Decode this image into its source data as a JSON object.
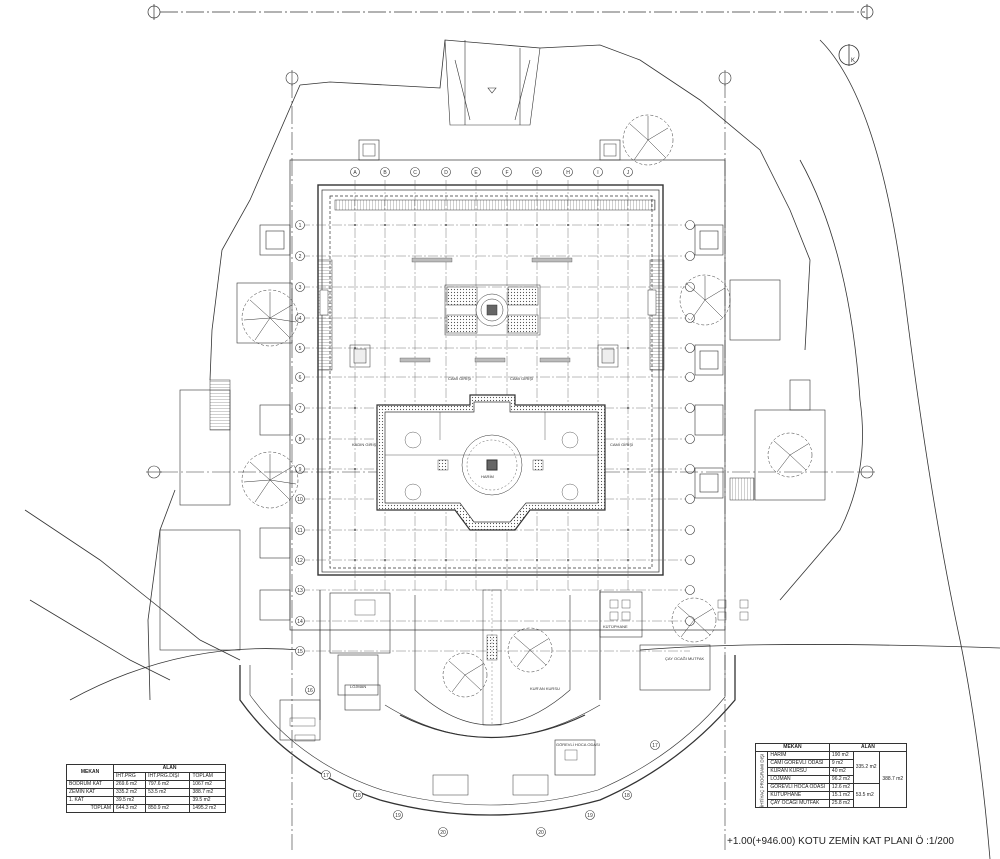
{
  "drawing": {
    "title": "+1.00(+946.00) KOTU ZEMİN KAT PLANI Ö :1/200",
    "north_label": "K",
    "column_axes": [
      "A",
      "B",
      "C",
      "D",
      "E",
      "F",
      "G",
      "H",
      "I",
      "J"
    ],
    "row_axes": [
      "1",
      "2",
      "3",
      "4",
      "5",
      "6",
      "7",
      "8",
      "9",
      "10",
      "11",
      "12",
      "13",
      "14",
      "15",
      "16"
    ],
    "bottom_axes": [
      "17",
      "18",
      "19",
      "20",
      "20",
      "19",
      "18",
      "17"
    ],
    "room_labels": [
      "HARİM",
      "CAMİ GİRİŞİ",
      "CAMİ GİRİŞİ",
      "CAMİ GİRİŞİ",
      "KADIN GİRİŞİ",
      "KUR'AN KURSU",
      "GÖREVLİ HOCA ODASI",
      "ÇAY OCAĞI MUTFAK",
      "KÜTÜPHANE",
      "LOJMAN"
    ]
  },
  "table_left": {
    "header_col": "MEKAN",
    "header_area": "ALAN",
    "sub_headers": [
      "İHT.PRG",
      "İHT.PRG.DIŞI",
      "TOPLAM"
    ],
    "rows": [
      {
        "name": "BODRUM KAT",
        "v1": "269.6 m2",
        "v2": "797.6 m2",
        "v3": "1067 m2"
      },
      {
        "name": "ZEMİN KAT",
        "v1": "335.2 m2",
        "v2": "53.5 m2",
        "v3": "388.7 m2"
      },
      {
        "name": "1. KAT",
        "v1": "39.5 m2",
        "v2": "",
        "v3": "39.5 m2"
      }
    ],
    "total": {
      "name": "TOPLAM",
      "v1": "644.3 m2",
      "v2": "850.9 m2",
      "v3": "1495.2 m2"
    }
  },
  "table_right": {
    "header_col": "MEKAN",
    "header_area": "ALAN",
    "side_label": "İHTİYAÇ PROGRAMI DIŞI",
    "rows": [
      {
        "name": "HARİM",
        "area": "190 m2"
      },
      {
        "name": "CAMİ GÖREVLİ ODASI",
        "area": "9 m2"
      },
      {
        "name": "KURAN KURSU",
        "area": "40 m2"
      },
      {
        "name": "LOJMAN",
        "area": "96.2 m2"
      },
      {
        "name": "GÖREVLİ HOCA ODASI",
        "area": "12.6 m2"
      },
      {
        "name": "KÜTÜPHANE",
        "area": "15.1 m2"
      },
      {
        "name": "ÇAY OCAĞI MUTFAK",
        "area": "25.8 m2"
      }
    ],
    "subtotal_1": "335.2 m2",
    "subtotal_2": "53.5 m2",
    "grand_total": "388.7 m2"
  }
}
